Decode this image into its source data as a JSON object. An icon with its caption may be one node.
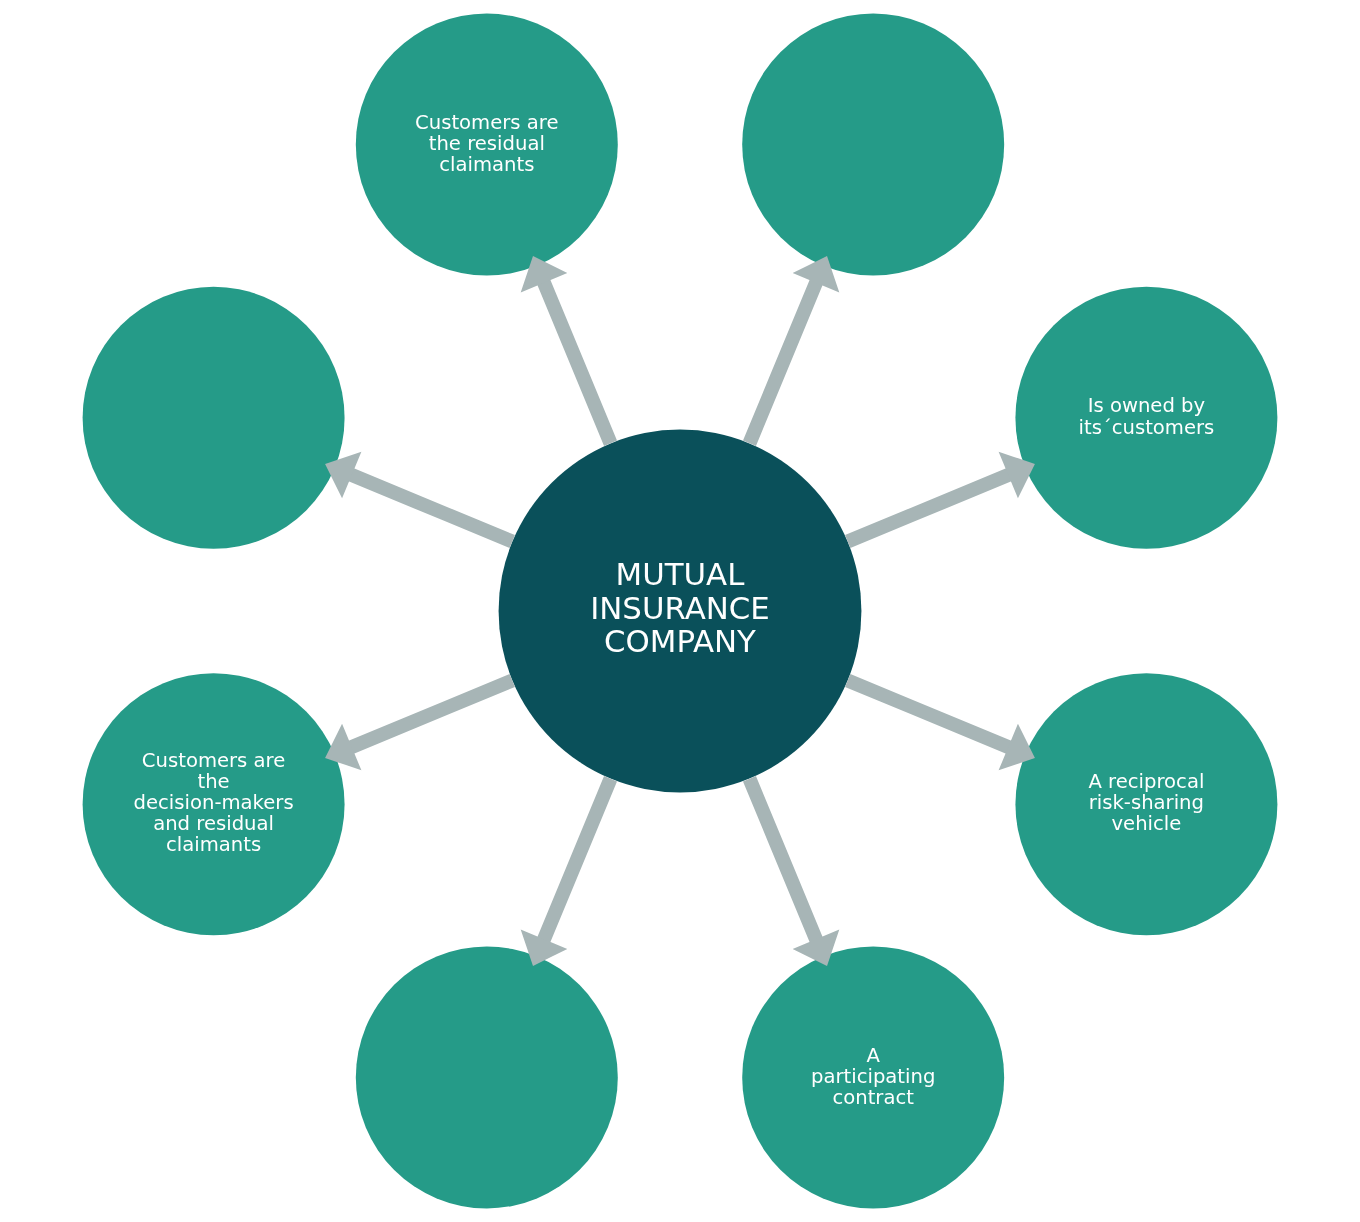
{
  "diagram": {
    "nodes": [
      {
        "text": [
          "MUTUAL INSURANCE COMPANY"
        ]
      },
      {
        "text": [
          "Is owned by its´customers"
        ]
      },
      {
        "text": [],
        "shape": "circle"
      },
      {
        "text": [
          "Customers are the residual claimants"
        ]
      },
      {
        "text": [],
        "shape": "circle"
      },
      {
        "text": [
          "Customers are the decision-makers and residual claimants"
        ]
      },
      {
        "text": [],
        "shape": "circle"
      },
      {
        "text": [
          "A participating contract"
        ]
      },
      {
        "text": [
          "A reciprocal risk-sharing vehicle"
        ]
      }
    ],
    "edges": [
      {
        "from": 0,
        "to": 1,
        "arrow": "to"
      },
      {
        "from": 0,
        "to": 3,
        "arrow": "to"
      },
      {
        "from": 0,
        "to": 5,
        "arrow": "to"
      },
      {
        "from": 0,
        "to": 7,
        "arrow": "to"
      },
      {
        "from": 0,
        "to": 8,
        "arrow": "to"
      },
      {
        "from": 0,
        "to": 6,
        "arrow": "to"
      },
      {
        "from": 0,
        "to": 4,
        "arrow": "to"
      },
      {
        "from": 0,
        "to": 2,
        "arrow": "to"
      }
    ]
  }
}
